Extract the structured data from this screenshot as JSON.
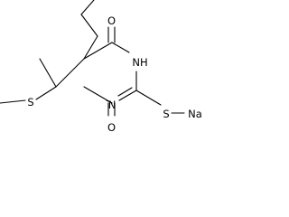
{
  "molecule": {
    "atoms": {
      "o_top": "O",
      "nh": "NH",
      "n_ring": "N",
      "o_bottom": "O",
      "s_thioether": "S",
      "s_ring": "S",
      "na": "Na"
    }
  }
}
